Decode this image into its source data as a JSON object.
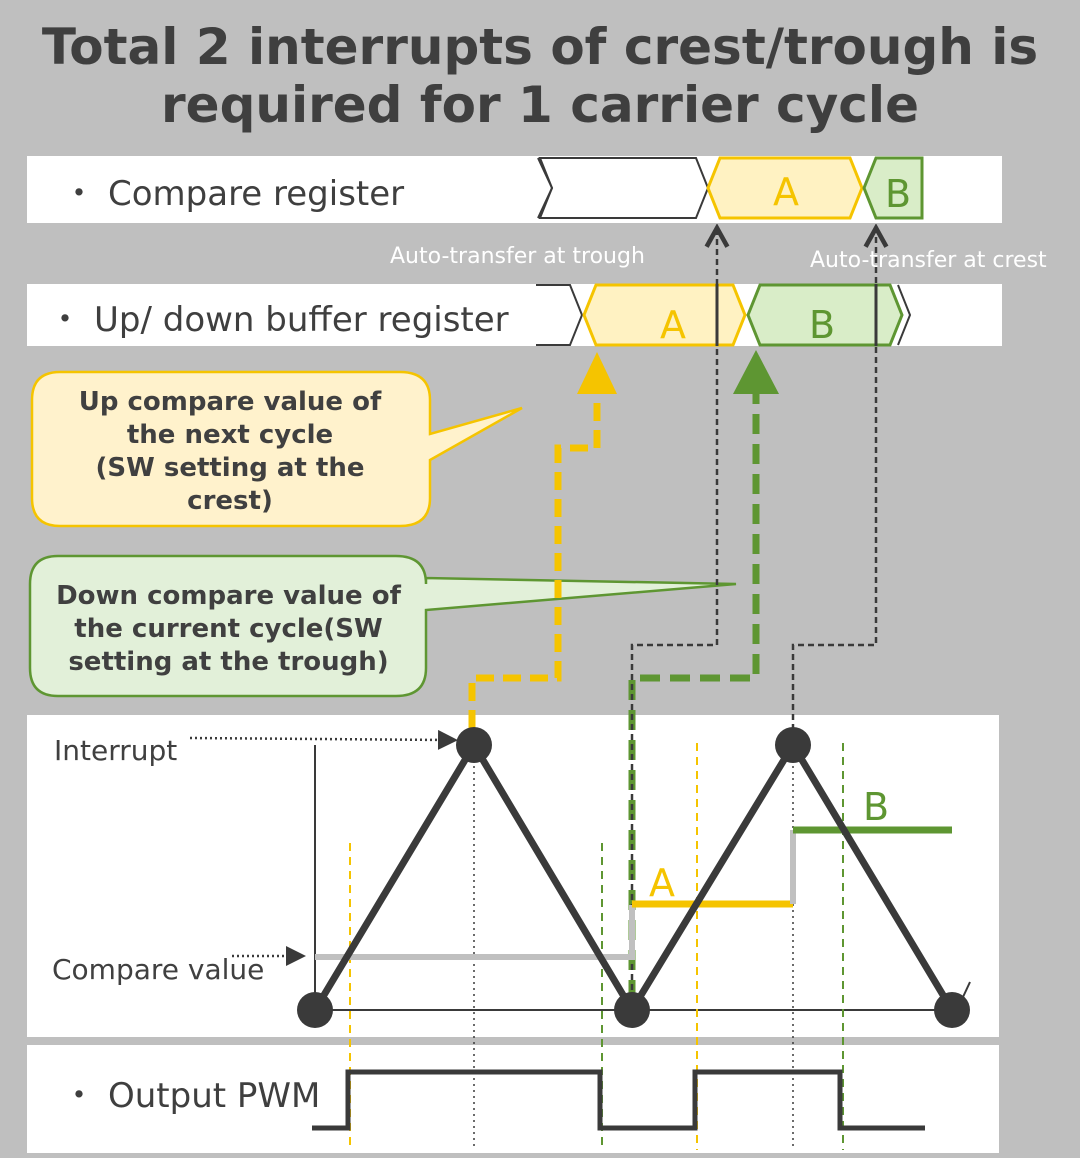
{
  "title": {
    "line1": "Total 2 interrupts of crest/trough is",
    "line2": "required for 1 carrier cycle"
  },
  "rows": {
    "compare_register": "Compare register",
    "buffer_register": "Up/ down buffer register",
    "output_pwm": "Output PWM",
    "bullet": "・"
  },
  "notes": {
    "transfer_trough": "Auto-transfer at trough",
    "transfer_crest": "Auto-transfer at crest"
  },
  "callouts": {
    "up": [
      "Up compare value of",
      "the next cycle",
      "(SW setting at the",
      "crest)"
    ],
    "down": [
      "Down compare value of",
      "the current cycle(SW",
      "setting at the trough)"
    ]
  },
  "labels": {
    "interrupt": "Interrupt",
    "compare_value": "Compare value",
    "a": "A",
    "b": "B"
  },
  "colors": {
    "background": "#bfbfbf",
    "panel": "#ffffff",
    "text": "#3f3f3f",
    "yellow": "#f5c400",
    "yellow_fill": "#fff2c2",
    "yellow_callout": "#fff2cc",
    "green": "#5e9632",
    "green_fill": "#d9edc8",
    "green_callout": "#e2f0d9",
    "dark": "#3a3a3a",
    "gray_line": "#c0c0c0"
  }
}
